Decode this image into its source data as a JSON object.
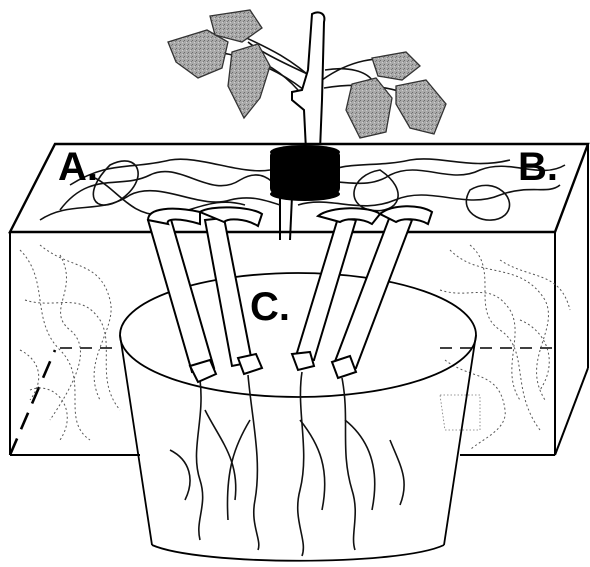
{
  "figure": {
    "labels": {
      "a": "A.",
      "b": "B.",
      "c": "C."
    }
  },
  "colors": {
    "ink": "#000000",
    "leaf": "#8c8c8c",
    "stem": "#ffffff"
  }
}
